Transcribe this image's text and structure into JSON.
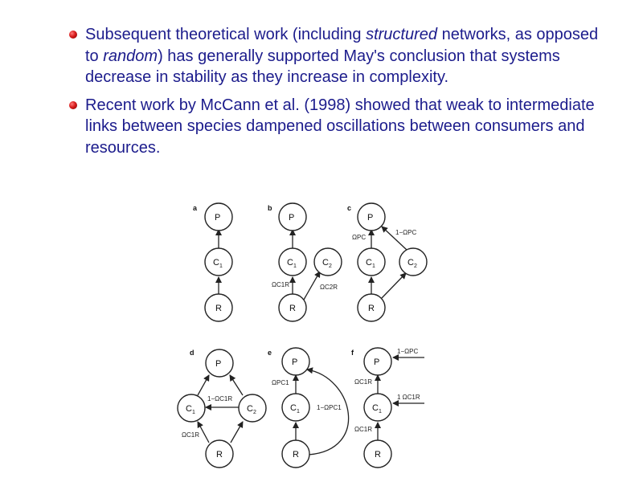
{
  "bullets": [
    {
      "parts": [
        {
          "text": "Subsequent theoretical work (including ",
          "italic": false
        },
        {
          "text": "structured",
          "italic": true
        },
        {
          "text": " networks, as opposed to ",
          "italic": false
        },
        {
          "text": "random",
          "italic": true
        },
        {
          "text": ") has generally supported May's conclusion that systems decrease in stability as they increase in complexity.",
          "italic": false
        }
      ]
    },
    {
      "parts": [
        {
          "text": "Recent work by McCann et al. (1998) showed that weak to intermediate links between species dampened oscillations between consumers and resources.",
          "italic": false
        }
      ]
    }
  ],
  "colors": {
    "text": "#1c1c8c",
    "bullet": "#d81c1c",
    "diagram_ink": "#222222"
  },
  "diagram": {
    "panels": [
      {
        "letter": "a"
      },
      {
        "letter": "b"
      },
      {
        "letter": "c"
      },
      {
        "letter": "d"
      },
      {
        "letter": "e"
      },
      {
        "letter": "f"
      }
    ],
    "nodes": [
      {
        "main": "P",
        "sub": ""
      },
      {
        "main": "C",
        "sub": "1"
      },
      {
        "main": "C",
        "sub": "2"
      },
      {
        "main": "R",
        "sub": ""
      }
    ],
    "edge_labels": {
      "omega_c1r": "ΩC1R",
      "omega_c2r": "ΩC2R",
      "omega_pc": "ΩPC",
      "one_minus_omega_pc": "1−ΩPC",
      "omega_pc1": "ΩPC1",
      "one_minus_omega_pc1": "1−ΩPC1",
      "one_minus_omega_c1r": "1−ΩC1R",
      "one_omega_c1r": "1  ΩC1R"
    }
  }
}
